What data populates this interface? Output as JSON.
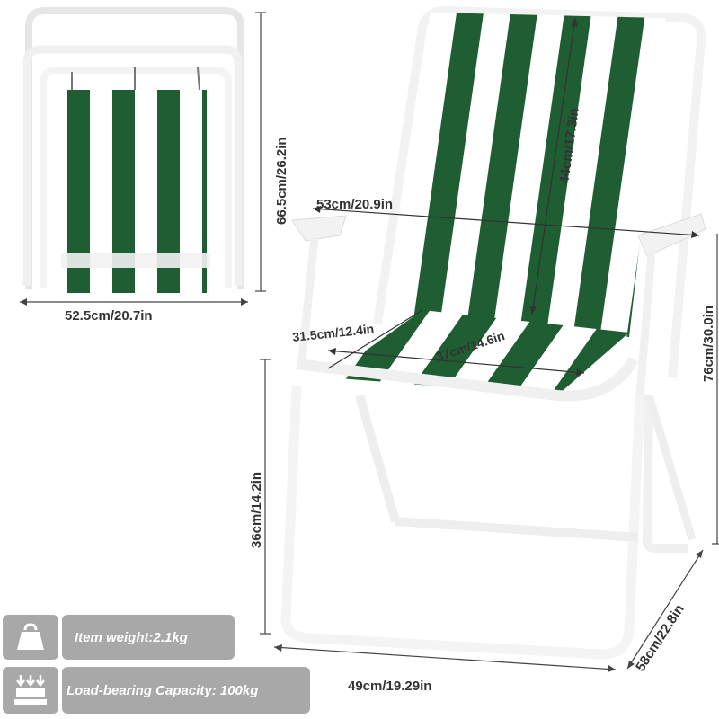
{
  "colors": {
    "stripe_green": "#1f5e32",
    "frame": "#f2f2f2",
    "badge": "#a8a8a8",
    "dim_line": "#444444"
  },
  "dimensions": {
    "folded_height": "66.5cm/26.2in",
    "folded_width": "52.5cm/20.7in",
    "backrest_height": "44cm/17.3in",
    "armrest_width": "53cm/20.9in",
    "seat_width": "31.5cm/12.4in",
    "seat_depth": "37cm/14.6in",
    "total_height": "76cm/30.0in",
    "seat_height": "36cm/14.2in",
    "base_width": "49cm/19.29in",
    "base_depth": "58cm/22.8in"
  },
  "specs": [
    {
      "icon": "weight-icon",
      "label": "Item weight:2.1kg"
    },
    {
      "icon": "load-capacity-icon",
      "label": "Load-bearing Capacity: 100kg"
    }
  ]
}
